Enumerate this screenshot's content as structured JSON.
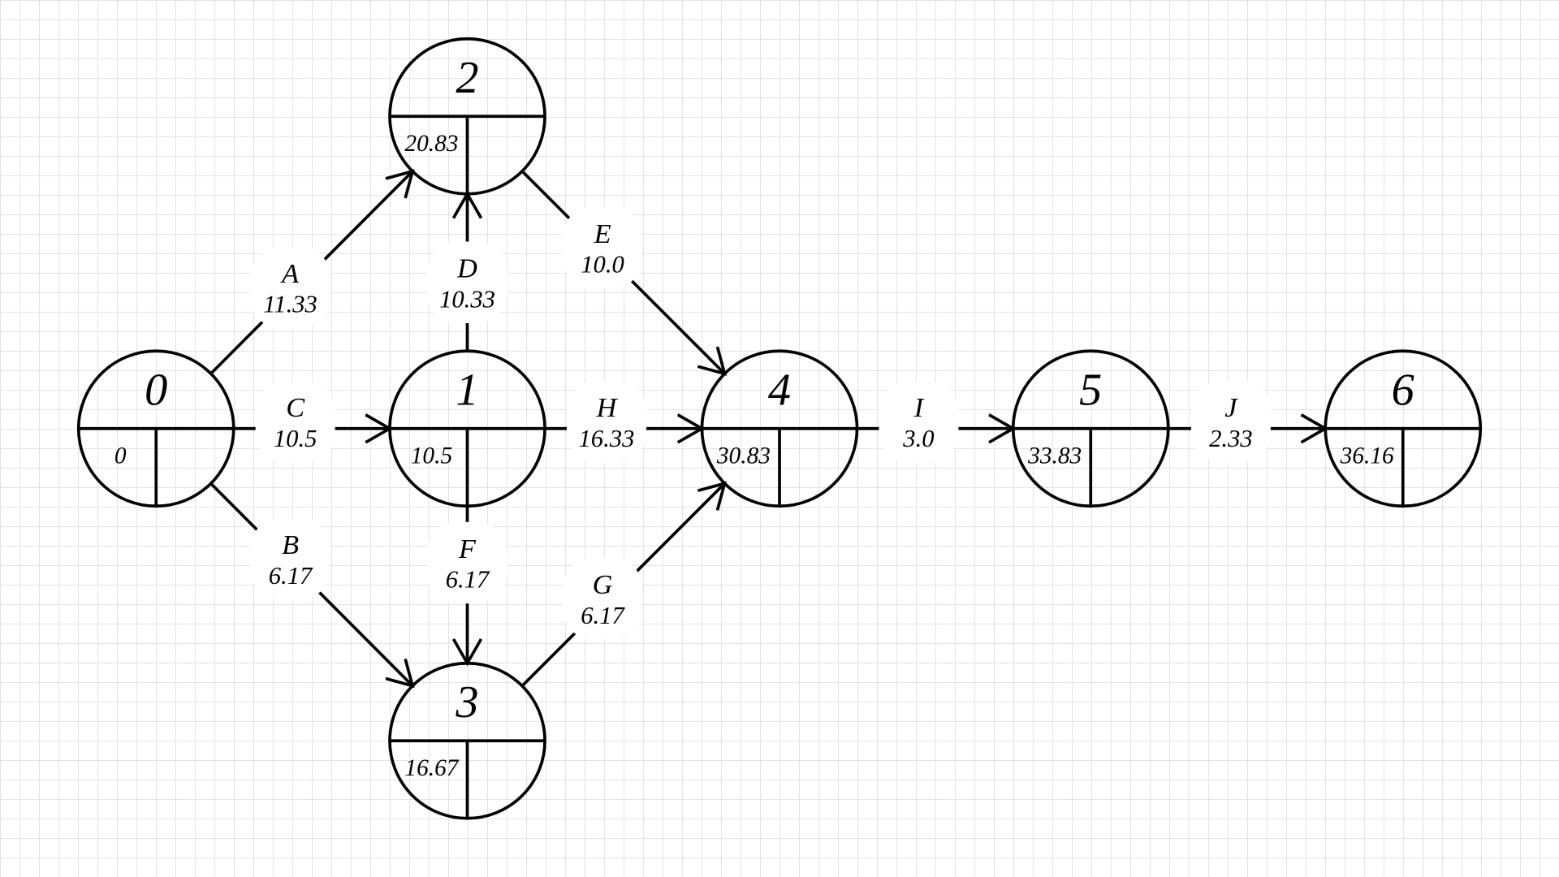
{
  "nodes": [
    {
      "id": "0",
      "value": "0"
    },
    {
      "id": "1",
      "value": "10.5"
    },
    {
      "id": "2",
      "value": "20.83"
    },
    {
      "id": "3",
      "value": "16.67"
    },
    {
      "id": "4",
      "value": "30.83"
    },
    {
      "id": "5",
      "value": "33.83"
    },
    {
      "id": "6",
      "value": "36.16"
    }
  ],
  "edges": [
    {
      "label": "A",
      "duration": "11.33",
      "from": "0",
      "to": "2"
    },
    {
      "label": "B",
      "duration": "6.17",
      "from": "0",
      "to": "3"
    },
    {
      "label": "C",
      "duration": "10.5",
      "from": "0",
      "to": "1"
    },
    {
      "label": "D",
      "duration": "10.33",
      "from": "1",
      "to": "2"
    },
    {
      "label": "E",
      "duration": "10.0",
      "from": "2",
      "to": "4"
    },
    {
      "label": "F",
      "duration": "6.17",
      "from": "1",
      "to": "3"
    },
    {
      "label": "G",
      "duration": "6.17",
      "from": "3",
      "to": "4"
    },
    {
      "label": "H",
      "duration": "16.33",
      "from": "1",
      "to": "4"
    },
    {
      "label": "I",
      "duration": "3.0",
      "from": "4",
      "to": "5"
    },
    {
      "label": "J",
      "duration": "2.33",
      "from": "5",
      "to": "6"
    }
  ]
}
